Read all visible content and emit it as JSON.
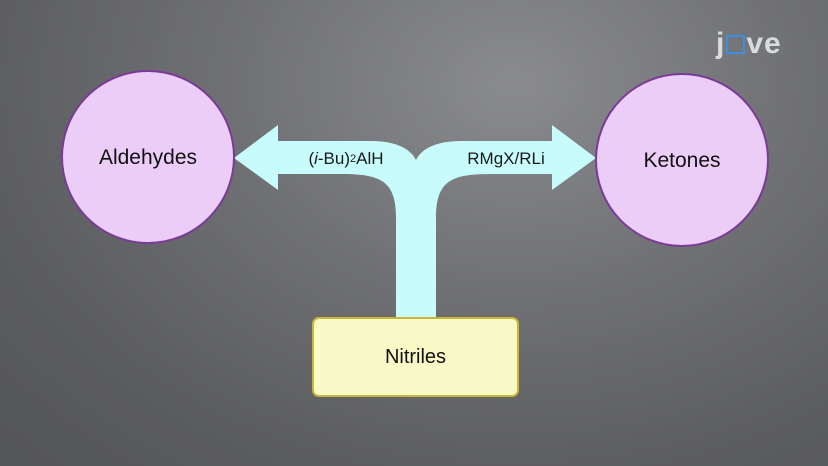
{
  "nodes": {
    "left": {
      "label": "Aldehydes"
    },
    "right": {
      "label": "Ketones"
    },
    "bottom": {
      "label": "Nitriles"
    }
  },
  "arrows": {
    "left": {
      "label_prefix": "(",
      "label_italic": "i",
      "label_mid": "-Bu)",
      "label_sub": "2",
      "label_suffix": "AlH"
    },
    "right": {
      "label": "RMgX/RLi"
    }
  },
  "logo": {
    "text_left": "j",
    "text_right": "ve"
  },
  "colors": {
    "circle_fill": "#ebcdf8",
    "circle_stroke": "#7a3b96",
    "arrow_fill": "#c8fbfc",
    "box_fill": "#fafac8",
    "box_stroke": "#c9b73a"
  }
}
